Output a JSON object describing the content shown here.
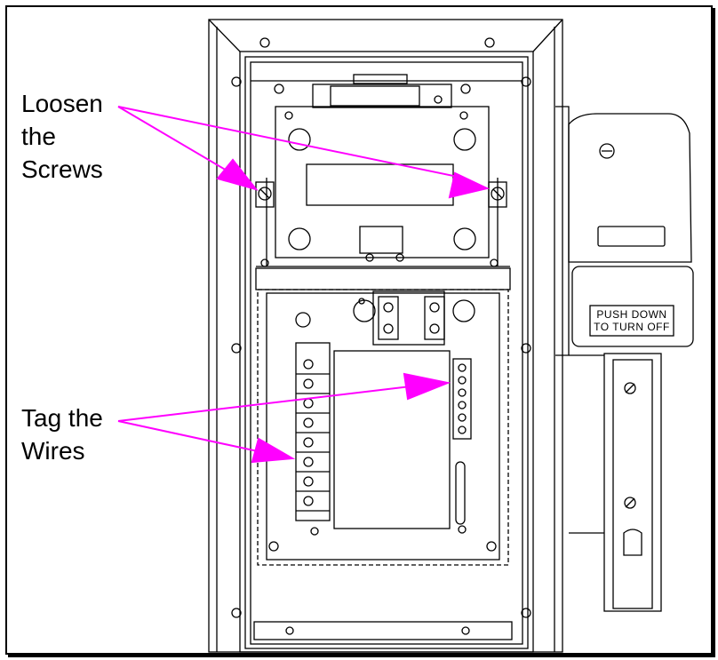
{
  "callouts": {
    "loosen_screws": "Loosen\nthe\nScrews",
    "tag_wires": "Tag the\nWires"
  },
  "sign": {
    "line1": "PUSH DOWN",
    "line2": "TO TURN OFF"
  },
  "colors": {
    "arrow": "#ff00ff",
    "line": "#000000",
    "background": "#ffffff"
  }
}
